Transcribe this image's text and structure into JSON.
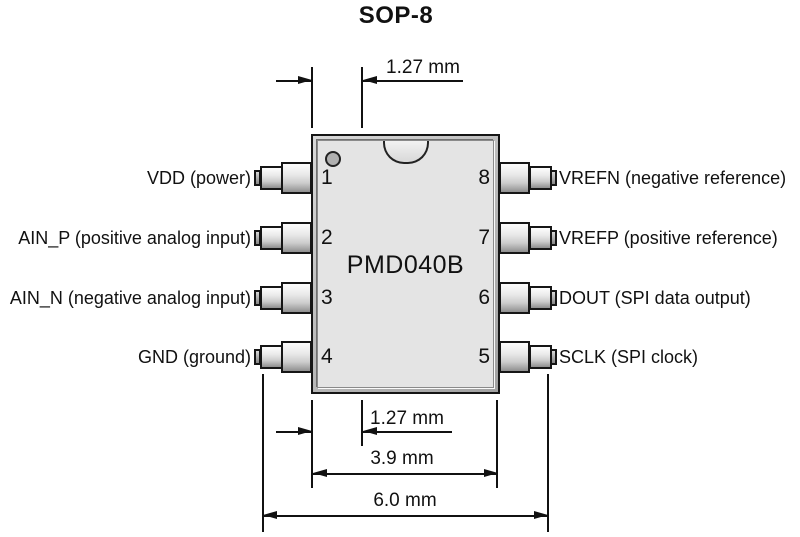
{
  "title": "SOP-8",
  "chip": {
    "part_number": "PMD040B"
  },
  "pins": {
    "left": [
      {
        "number": "1",
        "label": "VDD (power)"
      },
      {
        "number": "2",
        "label": "AIN_P (positive analog input)"
      },
      {
        "number": "3",
        "label": "AIN_N (negative analog input)"
      },
      {
        "number": "4",
        "label": "GND (ground)"
      }
    ],
    "right": [
      {
        "number": "8",
        "label": "VREFN (negative reference)"
      },
      {
        "number": "7",
        "label": "VREFP (positive reference)"
      },
      {
        "number": "6",
        "label": "DOUT (SPI data output)"
      },
      {
        "number": "5",
        "label": "SCLK (SPI clock)"
      }
    ]
  },
  "dimensions": {
    "lead_pitch_top": "1.27 mm",
    "lead_pitch_bottom": "1.27 mm",
    "body_width": "3.9 mm",
    "overall_width": "6.0 mm"
  },
  "colors": {
    "line": "#111111",
    "chip_face": "#e4e4e4",
    "chip_bevel": "#b4b4b4",
    "lead_highlight": "#f7f7f7",
    "lead_shadow": "#8f8f8f",
    "background": "#ffffff"
  }
}
